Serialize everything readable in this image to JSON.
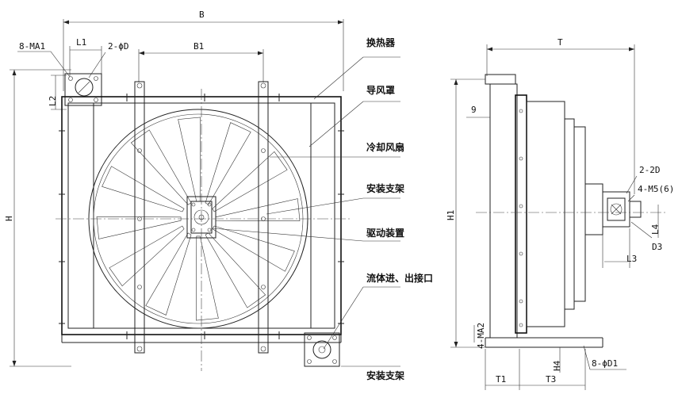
{
  "front_view": {
    "dim_B": "B",
    "dim_B1": "B1",
    "dim_L1": "L1",
    "dim_L2": "L2",
    "dim_H": "H",
    "label_8MA1": "8-MA1",
    "label_2phiD": "2-ϕD"
  },
  "callouts": [
    {
      "text": "换热器"
    },
    {
      "text": "导风罩"
    },
    {
      "text": "冷却风扇"
    },
    {
      "text": "安装支架"
    },
    {
      "text": "驱动装置"
    },
    {
      "text": "流体进、出接口"
    },
    {
      "text": "安装支架"
    }
  ],
  "side_view": {
    "dim_T": "T",
    "dim_T1": "T1",
    "dim_T3": "T3",
    "dim_H1": "H1",
    "dim_H4": "H4",
    "dim_9": "9",
    "dim_4MA2": "4-MA2",
    "dim_8phiD1": "8-ϕD1",
    "dim_2_2D": "2-2D",
    "dim_4M5": "4-M5(6)",
    "dim_L3": "L3",
    "dim_L4": "L4",
    "dim_D3": "D3"
  }
}
